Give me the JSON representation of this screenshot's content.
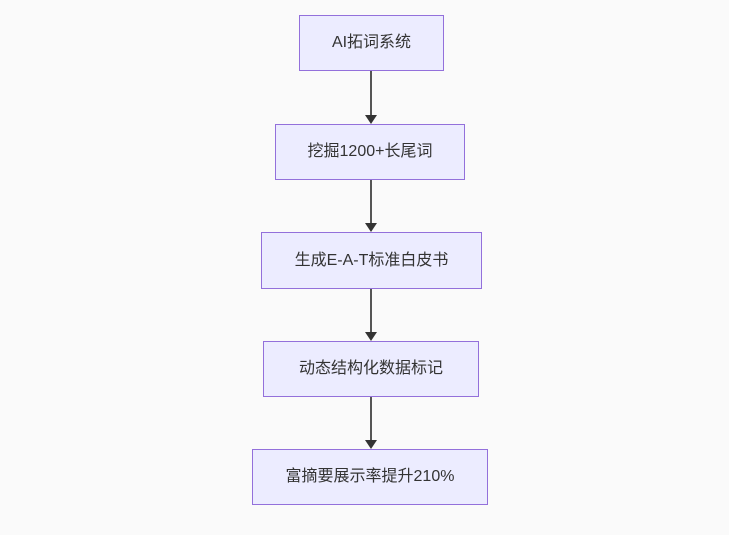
{
  "flowchart": {
    "nodes": [
      {
        "label": "AI拓词系统"
      },
      {
        "label": "挖掘1200+长尾词"
      },
      {
        "label": "生成E-A-T标准白皮书"
      },
      {
        "label": "动态结构化数据标记"
      },
      {
        "label": "富摘要展示率提升210%"
      }
    ],
    "connections": [
      {
        "from": 0,
        "to": 1,
        "direction": "down"
      },
      {
        "from": 1,
        "to": 2,
        "direction": "down"
      },
      {
        "from": 2,
        "to": 3,
        "direction": "down"
      },
      {
        "from": 3,
        "to": 4,
        "direction": "down"
      }
    ],
    "colors": {
      "background": "#fafafa",
      "node_fill": "#ECECFF",
      "node_border": "#9370DB",
      "text": "#333333",
      "arrow_line": "#555555",
      "arrow_head": "#333333"
    }
  }
}
